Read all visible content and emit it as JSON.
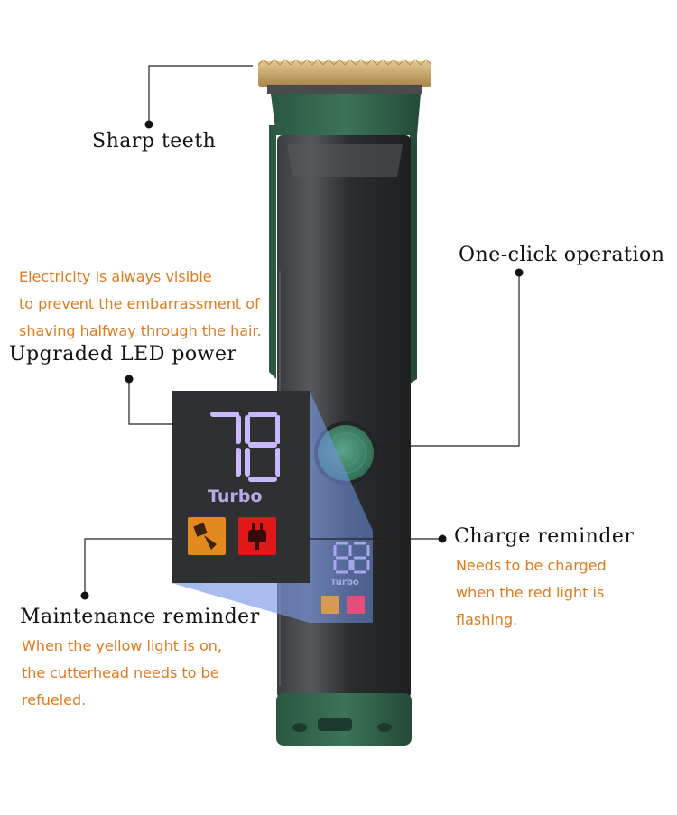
{
  "labels": {
    "sharp_teeth": "Sharp teeth",
    "one_click": "One-click operation",
    "upgraded_led": "Upgraded LED power",
    "charge_reminder": "Charge reminder",
    "maintenance_reminder": "Maintenance reminder"
  },
  "notes": {
    "electricity": [
      "Electricity is always visible",
      "to prevent the embarrassment of",
      "shaving halfway through the hair."
    ],
    "charge": [
      "Needs to be charged",
      "when the red light is",
      "flashing."
    ],
    "maintenance": [
      "When the yellow light is on,",
      "the cutterhead needs to be",
      "refueled."
    ]
  },
  "display": {
    "mode": "Turbo"
  },
  "colors": {
    "annotation_orange": "#e07a1e",
    "body_green": "#2f5e47",
    "body_dark": "#2b2d2f",
    "blade_gold": "#c9a766",
    "led_purple": "#c9b8ff",
    "maint_led": "#e38a1e",
    "charge_led": "#e01818"
  }
}
